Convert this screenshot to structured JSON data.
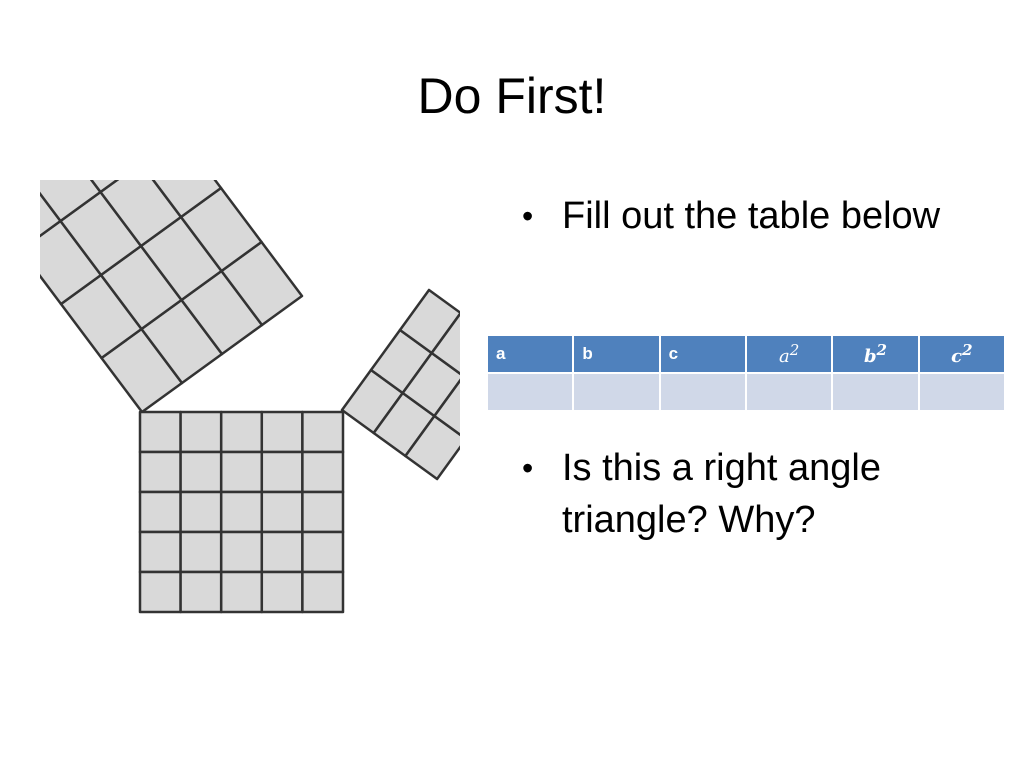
{
  "slide": {
    "title": "Do First!",
    "bullets": [
      "Fill out the table below",
      "Is this a right angle triangle? Why?"
    ]
  },
  "table": {
    "headers": [
      "a",
      "b",
      "c",
      "a",
      "b",
      "c"
    ],
    "header_superscripts": [
      "",
      "",
      "",
      "2",
      "2",
      "2"
    ],
    "rows": [
      [
        "",
        "",
        "",
        "",
        "",
        ""
      ]
    ]
  },
  "figure": {
    "squares": [
      {
        "name": "left-square",
        "grid": 4
      },
      {
        "name": "right-square",
        "grid": 3
      },
      {
        "name": "bottom-square",
        "grid": 5
      }
    ]
  },
  "colors": {
    "header_fill": "#4f81bd",
    "row_fill": "#d0d8e8",
    "cell_fill": "#d9d9d9",
    "grid_line": "#333333"
  }
}
